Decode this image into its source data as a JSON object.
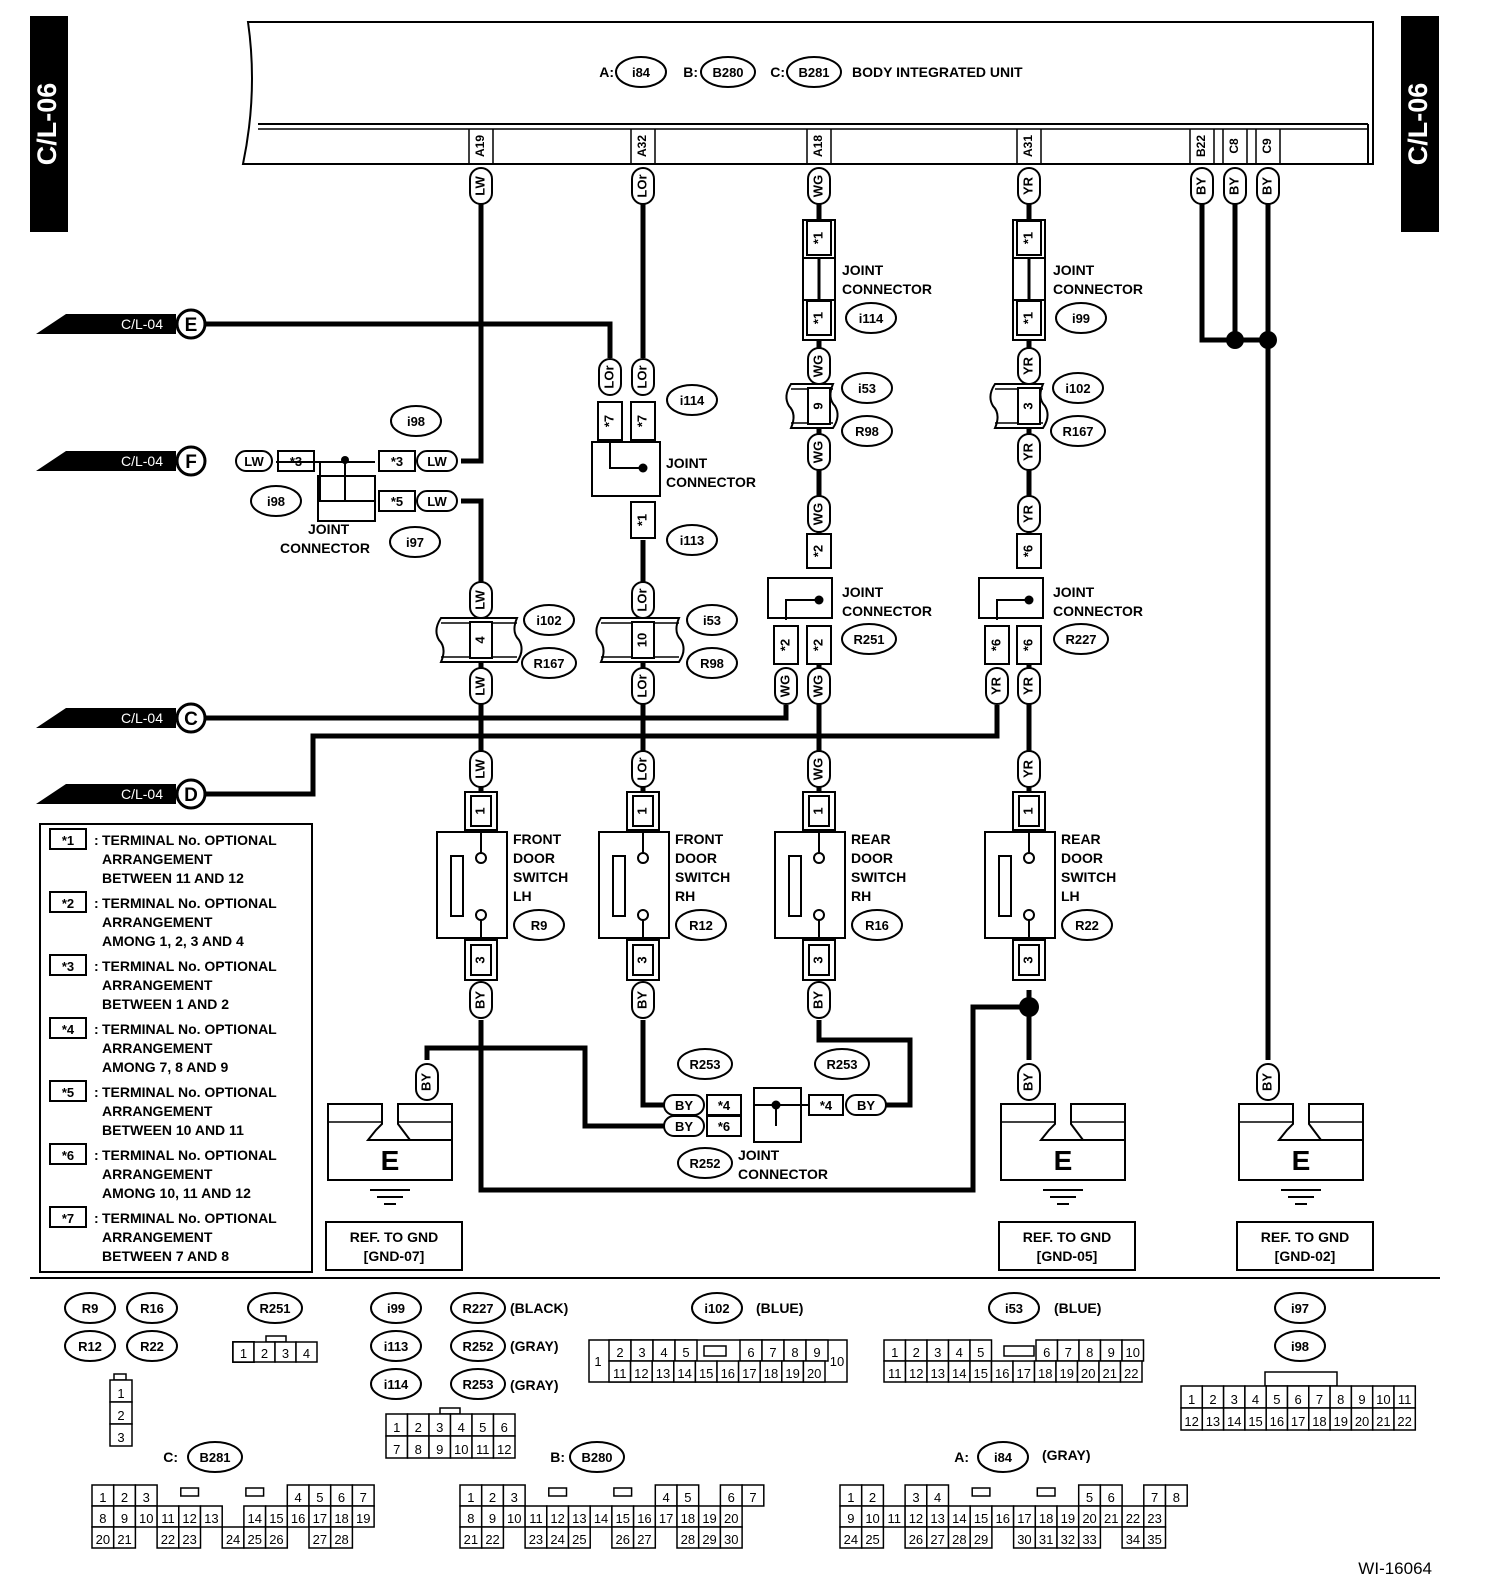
{
  "side_tab": "C/L-06",
  "unit": {
    "prefix_a": "A:",
    "id_a": "i84",
    "prefix_b": "B:",
    "id_b": "B280",
    "prefix_c": "C:",
    "id_c": "B281",
    "title": "BODY INTEGRATED UNIT"
  },
  "pins": [
    "A19",
    "A32",
    "A18",
    "A31",
    "B22",
    "C8",
    "C9"
  ],
  "wire_colors": [
    "LW",
    "LOr",
    "WG",
    "YR",
    "BY"
  ],
  "offpage": {
    "ref": "C/L-04",
    "letters": [
      "E",
      "F",
      "C",
      "D"
    ]
  },
  "joint_label_1": "JOINT",
  "joint_label_2": "CONNECTOR",
  "connector_ids": [
    "i114",
    "i99",
    "i53",
    "R98",
    "i102",
    "R167",
    "i113",
    "i98",
    "i97",
    "R251",
    "R227",
    "R253",
    "R252"
  ],
  "joint_pins": [
    "*1",
    "*2",
    "*3",
    "*4",
    "*5",
    "*6",
    "*7"
  ],
  "cavity_numbers": [
    "1",
    "2",
    "3",
    "4",
    "9",
    "10"
  ],
  "switches": [
    {
      "l1": "FRONT",
      "l2": "DOOR",
      "l3": "SWITCH",
      "l4": "LH",
      "id": "R9"
    },
    {
      "l1": "FRONT",
      "l2": "DOOR",
      "l3": "SWITCH",
      "l4": "RH",
      "id": "R12"
    },
    {
      "l1": "REAR",
      "l2": "DOOR",
      "l3": "SWITCH",
      "l4": "RH",
      "id": "R16"
    },
    {
      "l1": "REAR",
      "l2": "DOOR",
      "l3": "SWITCH",
      "l4": "LH",
      "id": "R22"
    }
  ],
  "ground_letter": "E",
  "grounds": [
    {
      "l1": "REF. TO GND",
      "l2": "[GND-07]"
    },
    {
      "l1": "REF. TO GND",
      "l2": "[GND-05]"
    },
    {
      "l1": "REF. TO GND",
      "l2": "[GND-02]"
    }
  ],
  "legend": [
    {
      "mark": "*1",
      "l1": "TERMINAL No. OPTIONAL",
      "l2": "ARRANGEMENT",
      "l3": "BETWEEN 11 AND 12"
    },
    {
      "mark": "*2",
      "l1": "TERMINAL No. OPTIONAL",
      "l2": "ARRANGEMENT",
      "l3": "AMONG 1, 2, 3 AND 4"
    },
    {
      "mark": "*3",
      "l1": "TERMINAL No. OPTIONAL",
      "l2": "ARRANGEMENT",
      "l3": "BETWEEN 1 AND 2"
    },
    {
      "mark": "*4",
      "l1": "TERMINAL No. OPTIONAL",
      "l2": "ARRANGEMENT",
      "l3": "AMONG 7, 8 AND 9"
    },
    {
      "mark": "*5",
      "l1": "TERMINAL No. OPTIONAL",
      "l2": "ARRANGEMENT",
      "l3": "BETWEEN 10 AND 11"
    },
    {
      "mark": "*6",
      "l1": "TERMINAL No. OPTIONAL",
      "l2": "ARRANGEMENT",
      "l3": "AMONG 10, 11 AND 12"
    },
    {
      "mark": "*7",
      "l1": "TERMINAL No. OPTIONAL",
      "l2": "ARRANGEMENT",
      "l3": "BETWEEN 7 AND 8"
    }
  ],
  "connector_views": {
    "r9": "R9",
    "r16": "R16",
    "r12": "R12",
    "r22": "R22",
    "r251": "R251",
    "i99": "i99",
    "i113": "i113",
    "i114": "i114",
    "r227": "R227",
    "r252": "R252",
    "r253": "R253",
    "black": "(BLACK)",
    "gray": "(GRAY)",
    "blue": "(BLUE)",
    "i102": "i102",
    "i53": "i53",
    "i97": "i97",
    "i98": "i98",
    "b281": "B281",
    "b280": "B280",
    "i84": "i84",
    "c": "C:",
    "b": "B:",
    "a": "A:"
  },
  "figure_id": "WI-16064"
}
